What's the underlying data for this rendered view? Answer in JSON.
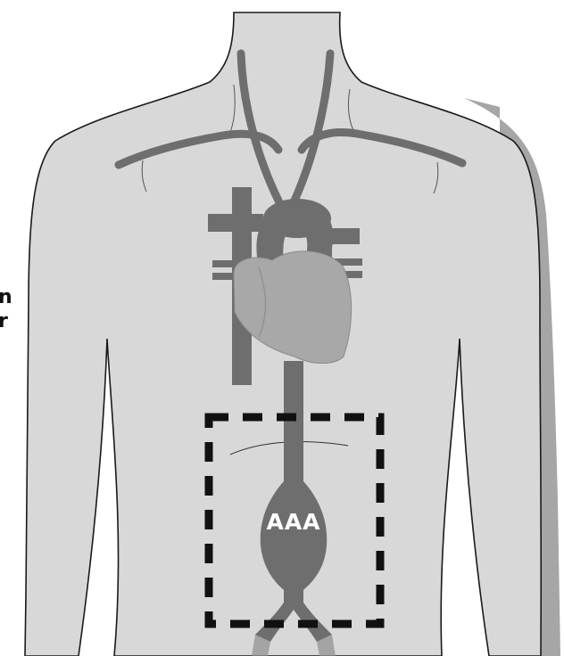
{
  "diagram": {
    "aneurysm_label": "AAA",
    "clipped_left_lines": [
      "n",
      "r"
    ]
  },
  "colors": {
    "background": "#ffffff",
    "skin": "#d8d8d8",
    "skin_outline": "#1a1a1a",
    "skin_shadow": "#a6a6a6",
    "vessel": "#6e6e6e",
    "heart": "#a8a8a8",
    "dash_box": "#111111"
  }
}
